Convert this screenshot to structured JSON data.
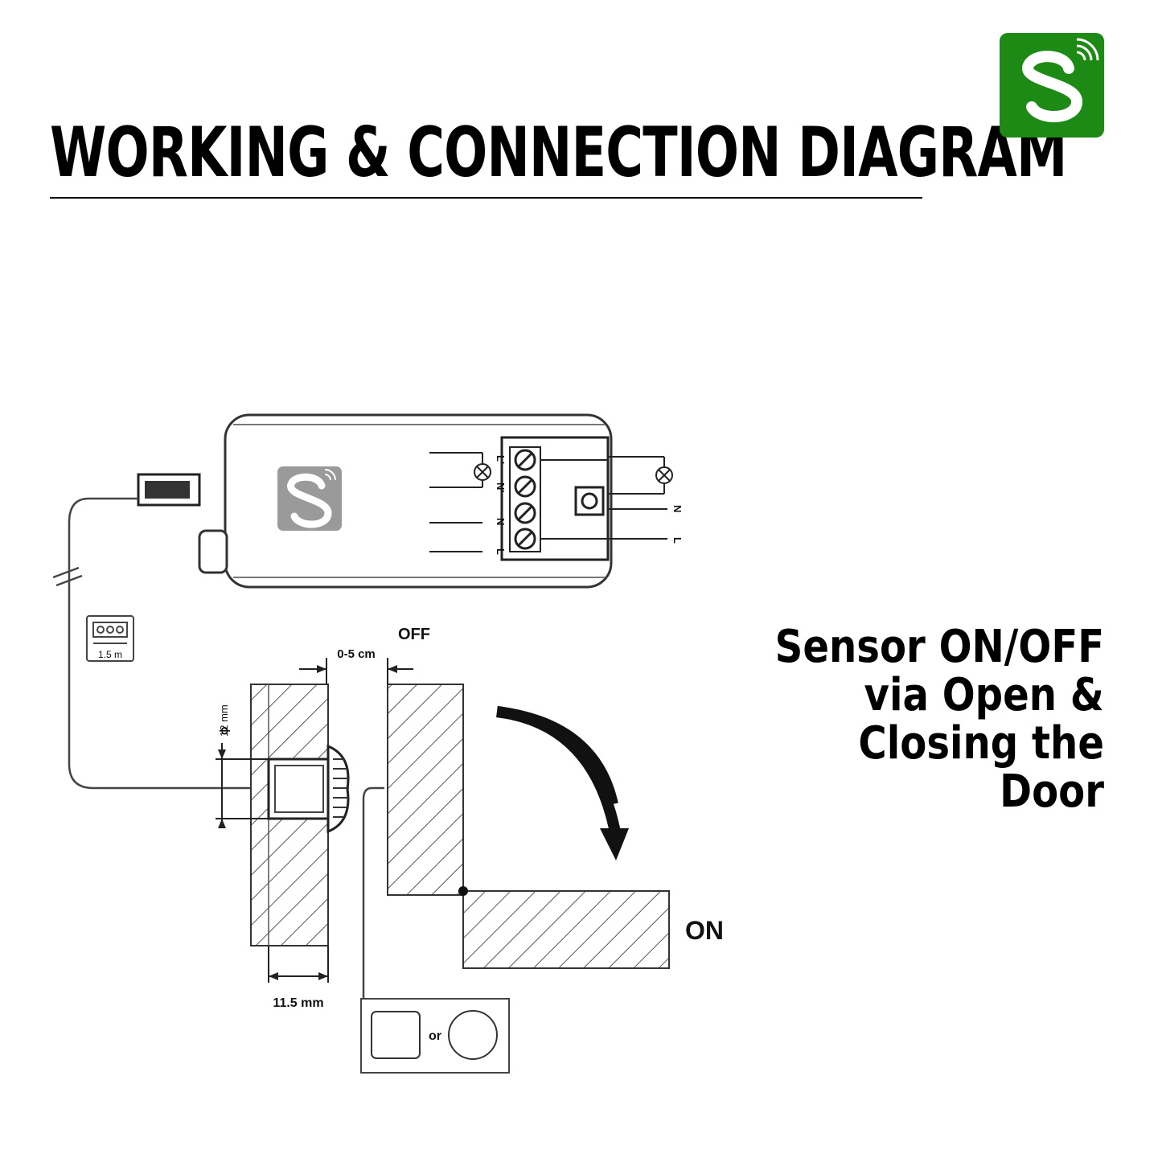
{
  "header": {
    "title": "WORKING & CONNECTION DIAGRAM"
  },
  "brand": {
    "logo_icon": "s-wave-logo-icon",
    "logo_color": "#1e8a16"
  },
  "caption": {
    "lines": [
      "Sensor ON/OFF",
      "via Open &",
      "Closing the Door"
    ]
  },
  "diagram": {
    "terminals": {
      "out_live": "L'",
      "out_neutral": "N'",
      "in_neutral": "N",
      "in_live": "L"
    },
    "supply_labels": {
      "neutral": "N",
      "live": "L"
    },
    "cable_length": "1.5 m",
    "gap": "0-5 cm",
    "state_open": "OFF",
    "state_closed": "ON",
    "hole_diameter": "12 mm",
    "panel_thickness": "11.5 mm",
    "switch_option": "or"
  }
}
